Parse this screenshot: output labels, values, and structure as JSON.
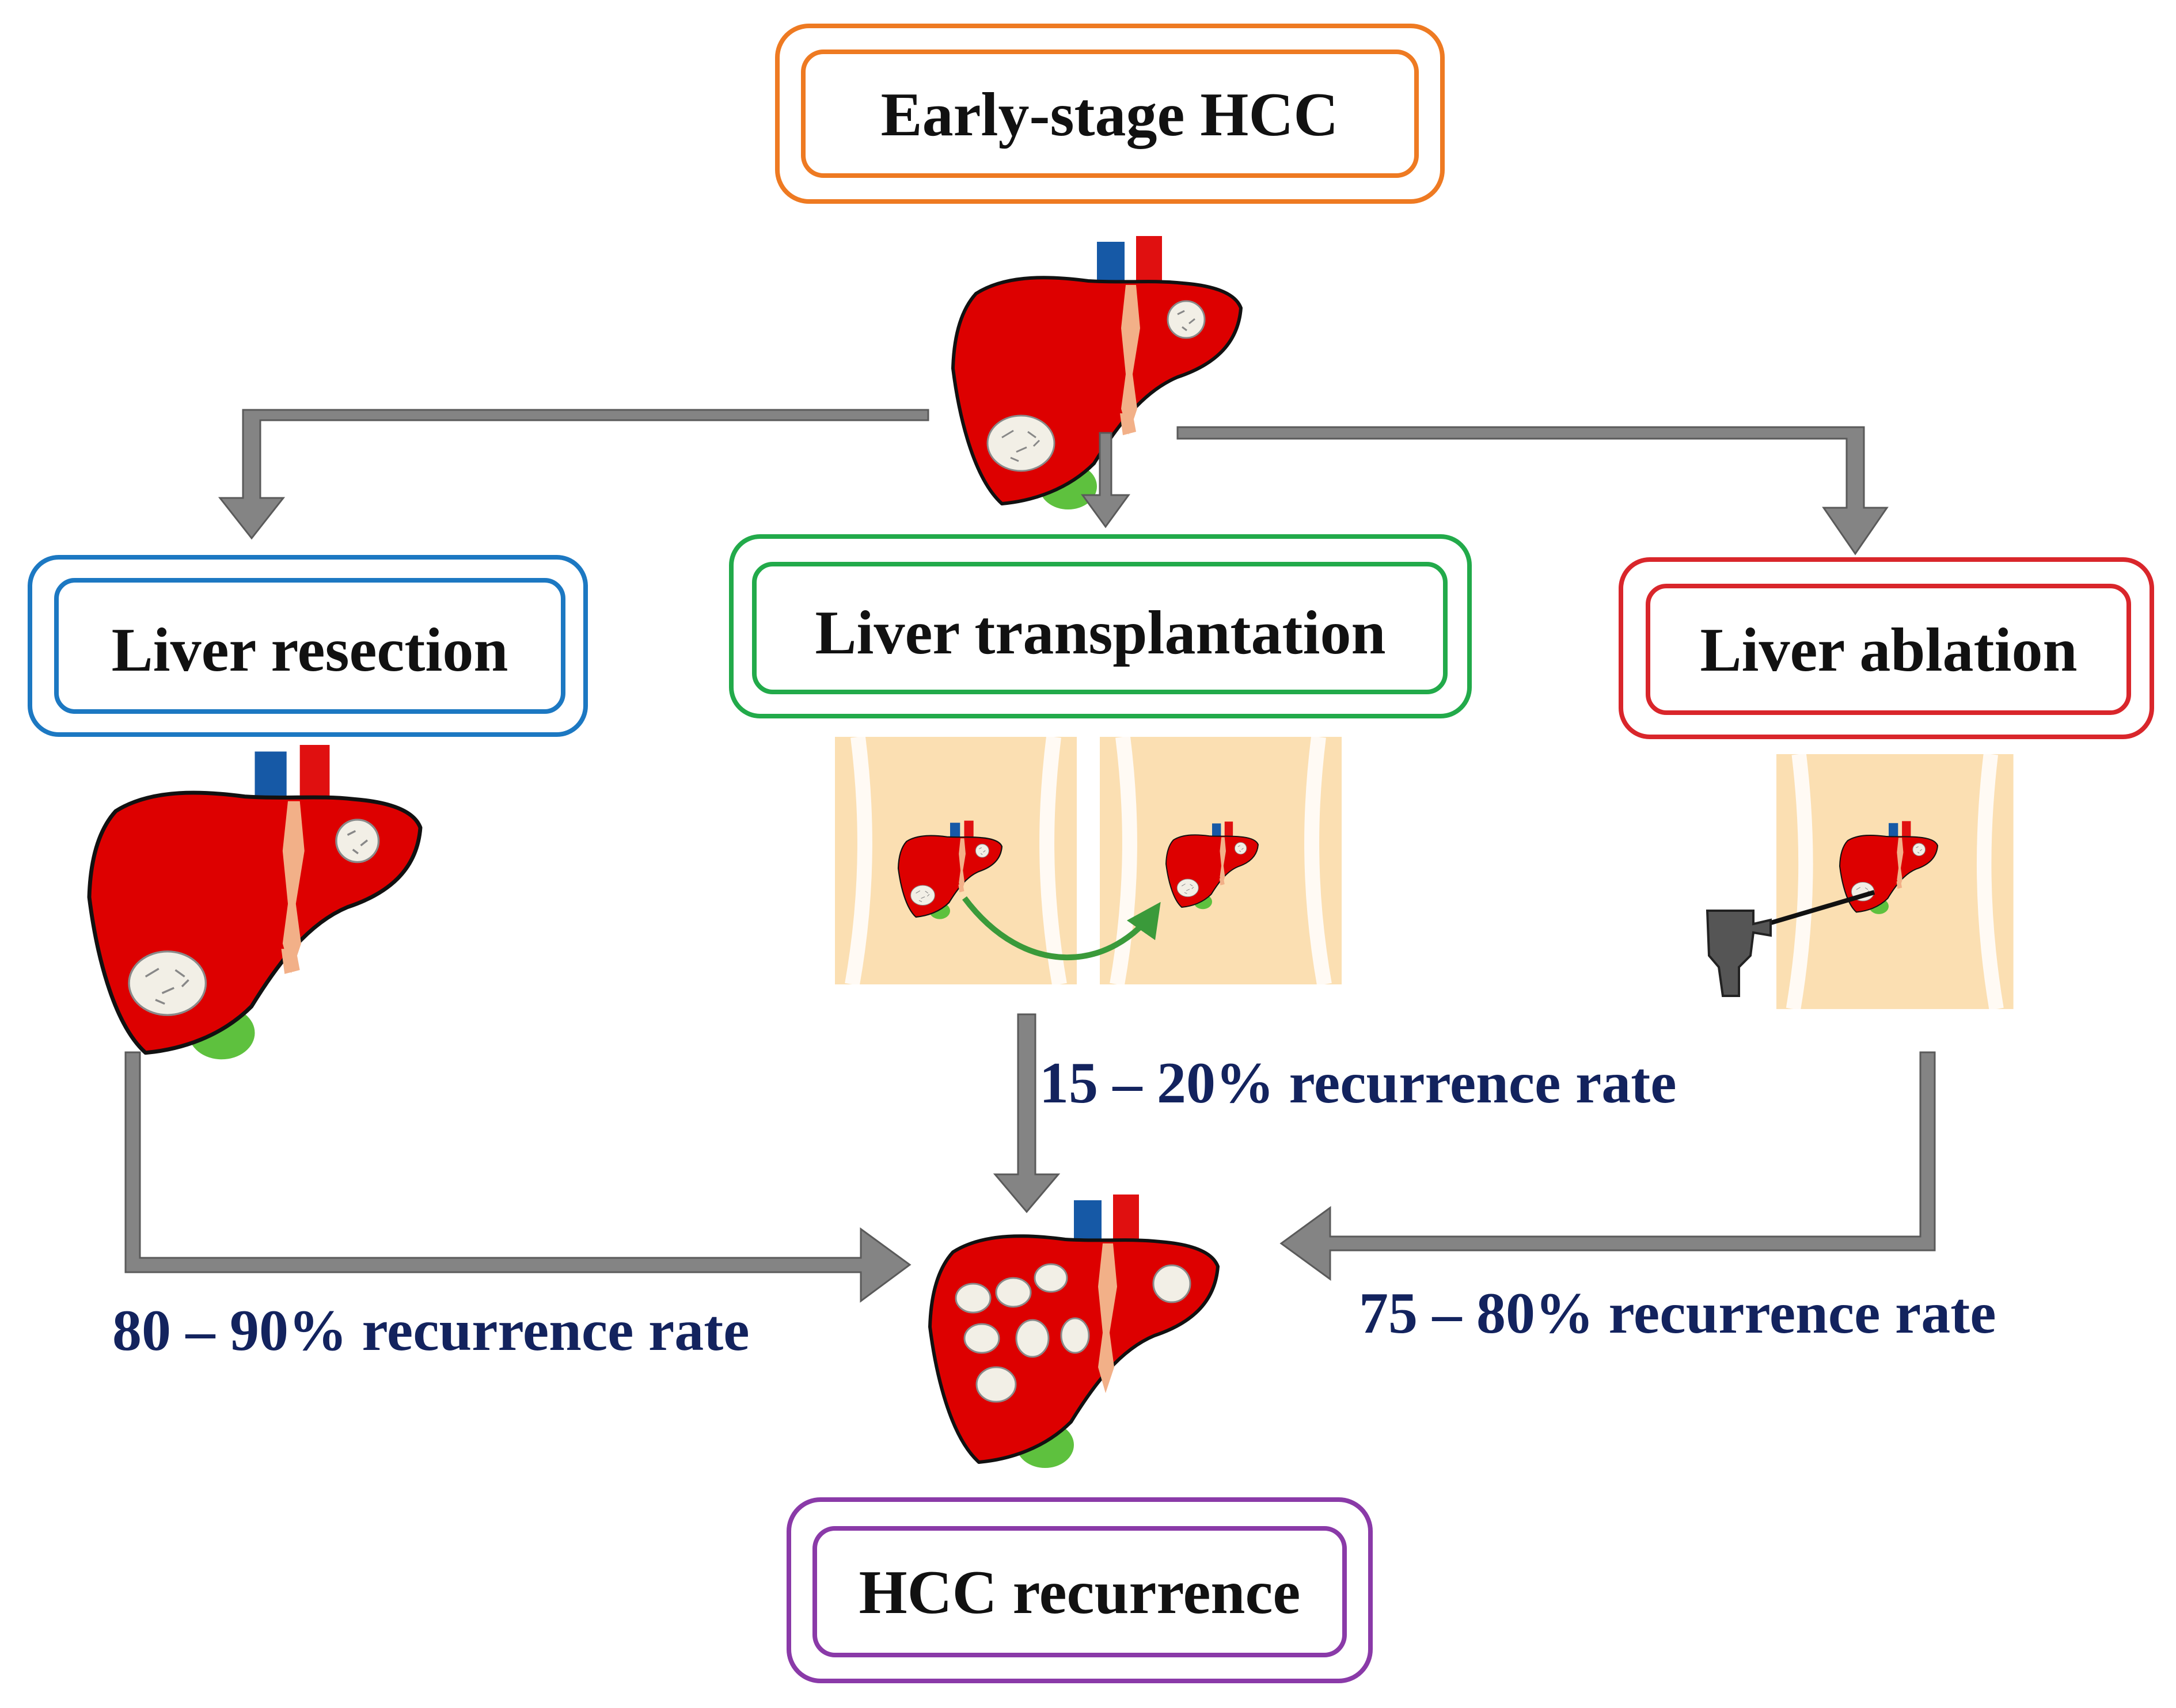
{
  "title_box": {
    "label": "Early-stage HCC",
    "color": "#ee7a22"
  },
  "treatments": [
    {
      "id": "resection",
      "label": "Liver resection",
      "color": "#1c78c2"
    },
    {
      "id": "transplantation",
      "label": "Liver transplantation",
      "color": "#22aa4a"
    },
    {
      "id": "ablation",
      "label": "Liver ablation",
      "color": "#d9262b"
    }
  ],
  "outcome_box": {
    "label": "HCC recurrence",
    "color": "#8a3aa8"
  },
  "recurrence_rates": {
    "resection": "80 – 90% recurrence rate",
    "transplantation": "15 – 20% recurrence rate",
    "ablation": "75 – 80% recurrence rate"
  },
  "colors": {
    "liver": "#dd0000",
    "tumor": "#f2efe6",
    "vena_cava": "#1659a6",
    "aorta": "#e01010",
    "bile_duct": "#f2b088",
    "gallbladder": "#5ec13e",
    "torso": "#fbdfb2",
    "arrow": "#848484",
    "transfer_arrow": "#3a9a3a",
    "probe": "#555555",
    "rate_text": "#13235e"
  }
}
